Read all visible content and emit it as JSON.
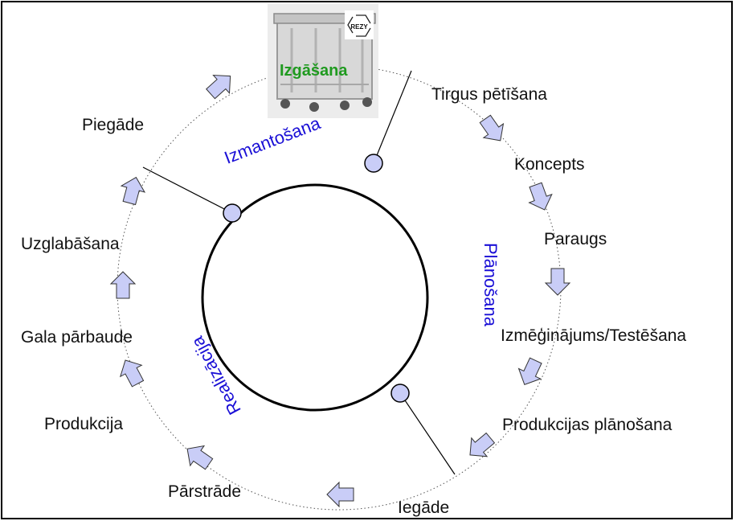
{
  "hub": {
    "label": "Izgāšana",
    "badge_text": "REZY",
    "label_color": "#1f9a1f"
  },
  "phases": {
    "usage": "Izmantošana",
    "planning": "Plānošana",
    "realization": "Realizācija",
    "color": "#1a0fd6"
  },
  "stages": [
    "Tirgus pētīšana",
    "Koncepts",
    "Paraugs",
    "Izmēģinājums/Testēšana",
    "Produkcijas plānošana",
    "Iegāde",
    "Pārstrāde",
    "Produkcija",
    "Gala pārbaude",
    "Uzglabāšana",
    "Piegāde"
  ],
  "colors": {
    "arrow_fill": "#c9cdf7",
    "node_fill": "#c9cdf7",
    "line": "#000000"
  },
  "icons": {
    "arrow": "block-arrow-icon",
    "node": "circle-node-icon",
    "recycle": "recycle-icon"
  }
}
